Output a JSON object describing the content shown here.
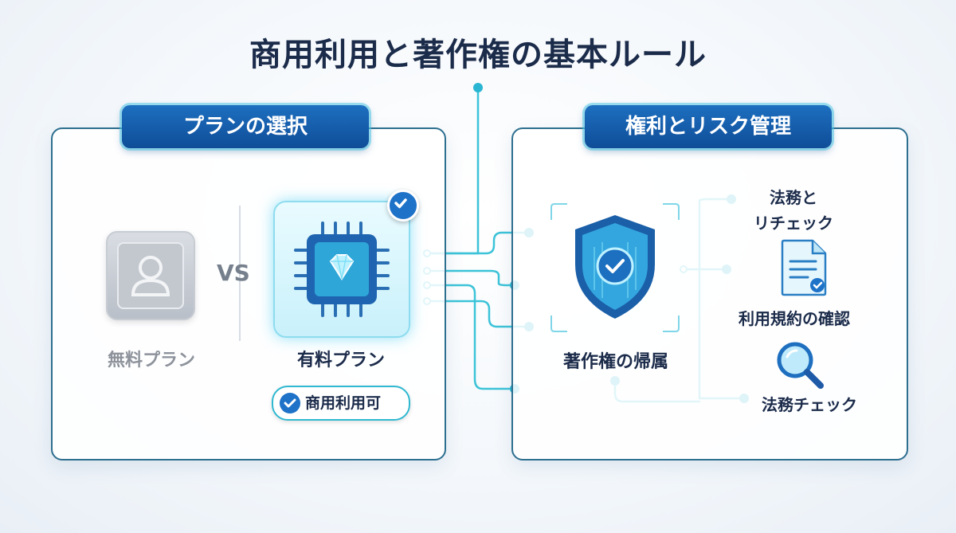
{
  "title": "商用利用と著作権の基本ルール",
  "left_panel": {
    "heading": "プランの選択",
    "free_plan_label": "無料プラン",
    "vs_label": "VS",
    "paid_plan_label": "有料プラン",
    "commercial_pill": "商用利用可"
  },
  "right_panel": {
    "heading": "権利とリスク管理",
    "copyright_label": "著作権の帰属",
    "legal_label_line1": "法務と",
    "legal_label_line2": "リチェック",
    "terms_label": "利用規約の確認",
    "legal_check_label": "法務チェック"
  },
  "colors": {
    "title": "#1b2b4a",
    "heading_bg": "#1d6fc0",
    "wire": "#3cc3d8",
    "panel_border": "#2d6f8f"
  },
  "icons": [
    "user-placeholder-icon",
    "chip-gem-icon",
    "check-icon",
    "shield-check-icon",
    "document-check-icon",
    "magnifier-icon"
  ]
}
